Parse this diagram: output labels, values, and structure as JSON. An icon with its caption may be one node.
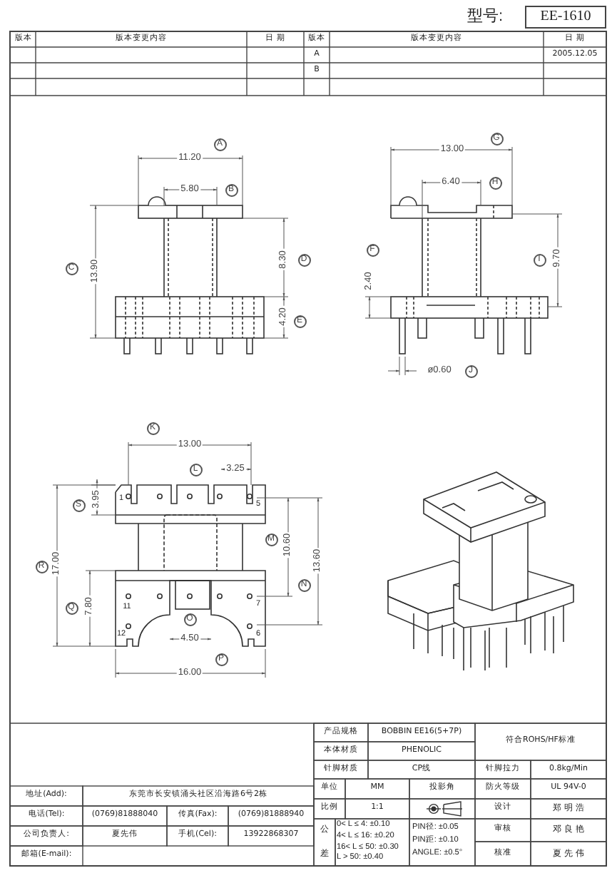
{
  "diagram": {
    "labels": [
      "型号:",
      "EE-1610",
      "版本",
      "版本变更内容",
      "日 期",
      "版本",
      "版本变更内容",
      "日 期",
      "A",
      "2005.12.05",
      "B",
      "A",
      "11.20",
      "5.80",
      "B",
      "C",
      "13.90",
      "8.30",
      "D",
      "4.20",
      "E",
      "G",
      "13.00",
      "6.40",
      "H",
      "F",
      "2.40",
      "9.70",
      "I",
      "ø0.60",
      "J",
      "K",
      "13.00",
      "L",
      "3.25",
      "S",
      "3.95",
      "R",
      "17.00",
      "10.60",
      "13.60",
      "M",
      "N",
      "1",
      "5",
      "Q",
      "7.80",
      "11",
      "7",
      "O",
      "12",
      "6",
      "4.50",
      "P",
      "16.00",
      "产品规格",
      "BOBBIN EE16(5+7P)",
      "符合ROHS/HF标准",
      "本体材质",
      "PHENOLIC",
      "针脚材质",
      "CP线",
      "针脚拉力",
      "0.8kg/Min",
      "地址(Add):",
      "东莞市长安镇涌头社区沿海路6号2栋",
      "单位",
      "MM",
      "投影角",
      "防火等级",
      "UL 94V-0",
      "电话(Tel):",
      "(0769)81888040",
      "传真(Fax):",
      "(0769)81888940",
      "比例",
      "1:1",
      "设计",
      "郑 明 浩",
      "公司负责人:",
      "夏先伟",
      "手机(Cel):",
      "13922868307",
      "公",
      "差",
      "0< L ≤ 4: ±0.10",
      "4< L ≤ 16: ±0.20",
      "16< L ≤ 50: ±0.30",
      "L > 50: ±0.40",
      "PIN径: ±0.05",
      "PIN距: ±0.10",
      "ANGLE: ±0.5°",
      "审核",
      "邓 良 艳",
      "邮箱(E-mail):",
      "核准",
      "夏 先 伟"
    ]
  }
}
